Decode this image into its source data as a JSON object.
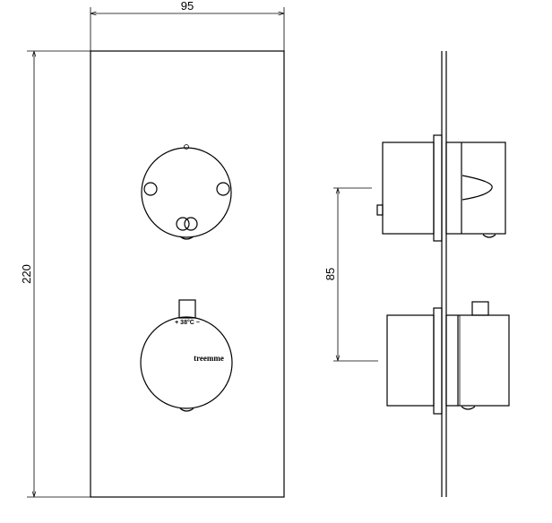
{
  "dimensions": {
    "width": "95",
    "height": "220",
    "spacing": "85"
  },
  "labels": {
    "temperature": "+ 38°C −",
    "brand": "treemme"
  },
  "colors": {
    "line": "#000000",
    "background": "#ffffff"
  }
}
